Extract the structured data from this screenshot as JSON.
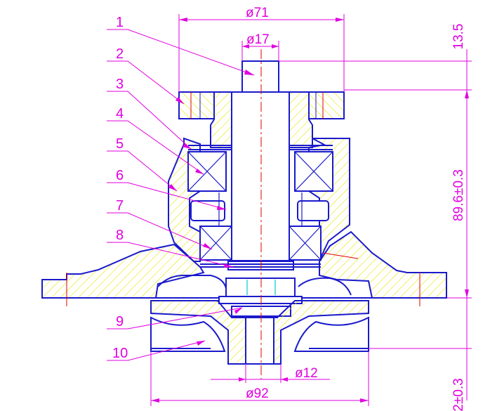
{
  "part_labels": [
    "1",
    "2",
    "3",
    "4",
    "5",
    "6",
    "7",
    "8",
    "9",
    "10"
  ],
  "dimensions": {
    "top_overall_diameter": "ø71",
    "shaft_diameter": "ø17",
    "shaft_stub_height": "13.5",
    "body_height": "89.6±0.3",
    "impeller_hub_diameter": "ø12",
    "impeller_outer_diameter": "ø92",
    "bottom_dimension_partial": "2±0.3"
  },
  "colors": {
    "outline": "#1a1acc",
    "hatch": "#e6e600",
    "dimension": "#e000e0",
    "centerline": "#e00000",
    "accent": "#00cccc"
  }
}
